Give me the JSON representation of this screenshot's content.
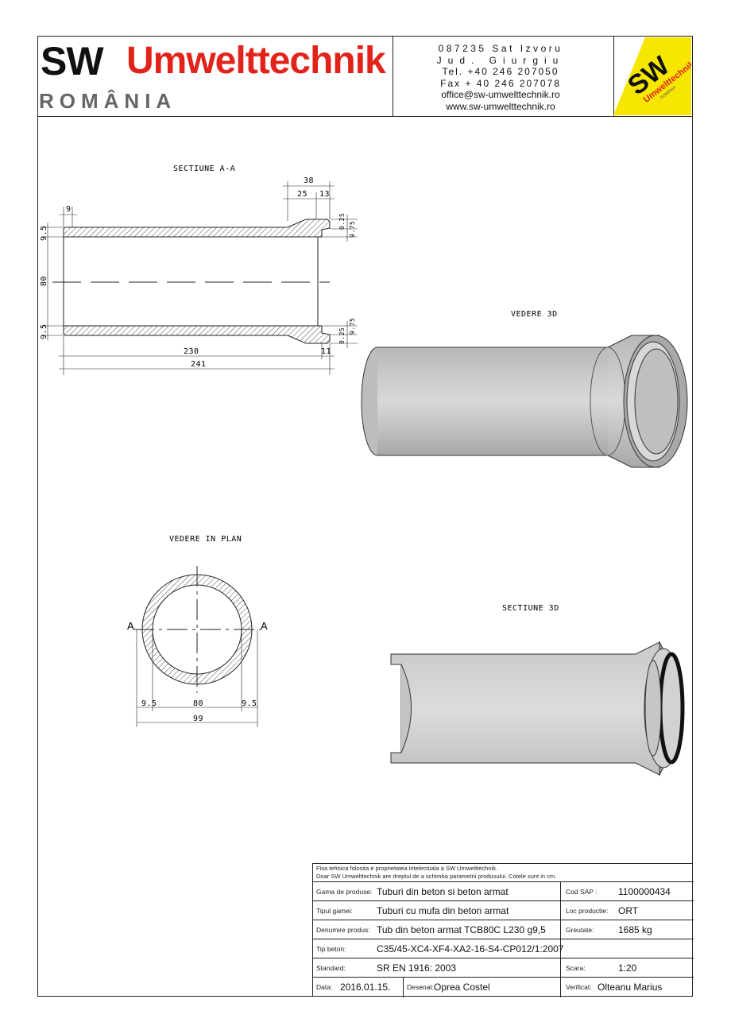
{
  "header": {
    "brand_sw": "SW",
    "brand_name": "Umwelttechnik",
    "brand_country": "ROMÂNIA",
    "address_lines": [
      "087235 Sat Izvoru",
      "Jud. Giurgiu",
      "Tel. +40 246 207050",
      "Fax + 40 246 207078",
      "office@sw-umwelttechnik.ro",
      "www.sw-umwelttechnik.ro"
    ],
    "logo_text": "SW",
    "logo_sub": "Umwelttechnik",
    "logo_sub2": "ROMÂNIA",
    "colors": {
      "brand_red": "#e2231a",
      "logo_yellow": "#f7e600"
    }
  },
  "views": {
    "section_aa_title": "SECTIUNE   A-A",
    "view_3d_title": "VEDERE 3D",
    "plan_title": "VEDERE IN PLAN",
    "section_3d_title": "SECTIUNE 3D",
    "section_marker": "A"
  },
  "dims_section": {
    "d38": "38",
    "d25": "25",
    "d13": "13",
    "d9": "9",
    "d9_5_top": "9.5",
    "d80": "80",
    "d9_5_bot": "9.5",
    "d0_25_top": "0.25",
    "d9_75_top": "9.75",
    "d0_25_bot": "0.25",
    "d9_75_bot": "9.75",
    "d230": "230",
    "d11": "11",
    "d241": "241"
  },
  "dims_plan": {
    "d9_5_left": "9.5",
    "d80": "80",
    "d9_5_right": "9.5",
    "d99": "99"
  },
  "title_block": {
    "note_line1": "Fisa tehnica folosita e proprietatea intelectuala a SW Umwelttechnik.",
    "note_line2": "Doar SW Umwelttechnik are dreptul de a schimba parametrii produsului. Cotele sunt in cm.",
    "gama_label": "Gama de produse:",
    "gama_value": "Tuburi din beton si beton armat",
    "cod_label": "Cod SAP :",
    "cod_value": "1100000434",
    "tip_gamei_label": "Tipul gamei:",
    "tip_gamei_value": "Tuburi cu mufa din beton armat",
    "loc_label": "Loc productie:",
    "loc_value": "ORT",
    "denumire_label": "Denumire produs:",
    "denumire_value": "Tub din beton armat  TCB80C L230 g9,5",
    "greutate_label": "Greutate:",
    "greutate_value": "1685 kg",
    "tip_beton_label": "Tip beton:",
    "tip_beton_value": "C35/45-XC4-XF4-XA2-16-S4-CP012/1:2007",
    "standard_label": "Standard:",
    "standard_value": "SR EN 1916: 2003",
    "scara_label": "Scara:",
    "scara_value": "1:20",
    "data_label": "Data:",
    "data_value": "2016.01.15.",
    "desenat_label": "Desenat:",
    "desenat_value": "Oprea Costel",
    "verificat_label": "Verificat:",
    "verificat_value": "Olteanu Marius"
  }
}
